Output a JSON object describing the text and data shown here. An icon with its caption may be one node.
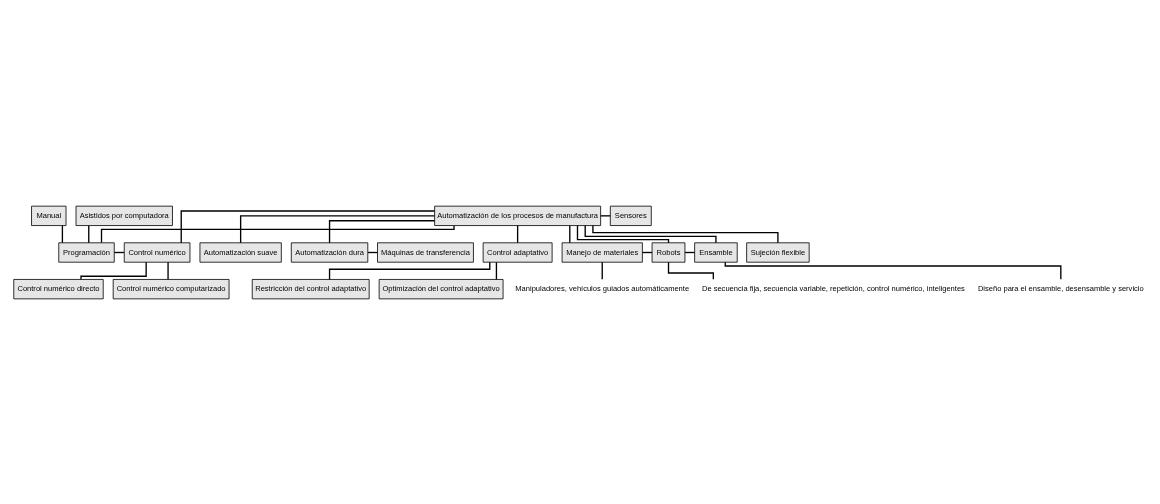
{
  "diagram": {
    "nodes": [
      {
        "text": [
          "Automatización de los procesos de manufactura"
        ]
      },
      {
        "text": [
          "Sensores"
        ]
      },
      {
        "text": [
          "Manual"
        ]
      },
      {
        "text": [
          "Asistidos por computadora"
        ]
      },
      {
        "text": [
          "Automatización suave"
        ]
      },
      {
        "text": [
          "Automatización dura"
        ]
      },
      {
        "text": [
          "Máquinas de transferencia"
        ]
      },
      {
        "text": [
          "Programación"
        ]
      },
      {
        "text": [
          "Control numérico"
        ]
      },
      {
        "text": [
          "Control adaptativo"
        ]
      },
      {
        "text": [
          "Manejo de materiales"
        ]
      },
      {
        "text": [
          "Robots"
        ]
      },
      {
        "text": [
          "Ensamble"
        ]
      },
      {
        "text": [
          "Sujeción flexible"
        ]
      },
      {
        "text": [
          "Control numérico directo"
        ]
      },
      {
        "text": [
          "Control numérico computarizado"
        ]
      },
      {
        "text": [
          "Restricción del control adaptativo"
        ]
      },
      {
        "text": [
          "Optimización del control adaptativo"
        ]
      },
      {
        "text": [
          "Manipuladores, vehículos guiados automáticamente"
        ]
      },
      {
        "text": [
          "Diseño para el ensamble, desensamble y servicio"
        ]
      },
      {
        "text": [
          "De secuencia fija, secuencia variable, repetición, control numérico, inteligentes"
        ]
      }
    ],
    "edges": [
      {
        "from": 0,
        "to": 1,
        "arrow": "none"
      },
      {
        "from": 0,
        "to": 4,
        "arrow": "none"
      },
      {
        "from": 0,
        "to": 5,
        "arrow": "none"
      },
      {
        "from": 5,
        "to": 6,
        "arrow": "none"
      },
      {
        "from": 0,
        "to": 7,
        "arrow": "none"
      },
      {
        "from": 0,
        "to": 8,
        "arrow": "none"
      },
      {
        "from": 0,
        "to": 9,
        "arrow": "none"
      },
      {
        "from": 0,
        "to": 10,
        "arrow": "none"
      },
      {
        "from": 0,
        "to": 11,
        "arrow": "none"
      },
      {
        "from": 0,
        "to": 12,
        "arrow": "none"
      },
      {
        "from": 0,
        "to": 13,
        "arrow": "none"
      },
      {
        "from": 2,
        "to": 7,
        "arrow": "none"
      },
      {
        "from": 3,
        "to": 7,
        "arrow": "none"
      },
      {
        "from": 7,
        "to": 8,
        "arrow": "none"
      },
      {
        "from": 10,
        "to": 11,
        "arrow": "none"
      },
      {
        "from": 11,
        "to": 12,
        "arrow": "none"
      },
      {
        "from": 8,
        "to": 14,
        "arrow": "none"
      },
      {
        "from": 8,
        "to": 15,
        "arrow": "none"
      },
      {
        "from": 9,
        "to": 16,
        "arrow": "none"
      },
      {
        "from": 9,
        "to": 17,
        "arrow": "none"
      },
      {
        "from": 10,
        "to": 18,
        "arrow": "none"
      },
      {
        "from": 11,
        "to": 20,
        "arrow": "none"
      },
      {
        "from": 12,
        "to": 19,
        "arrow": "none"
      }
    ]
  }
}
